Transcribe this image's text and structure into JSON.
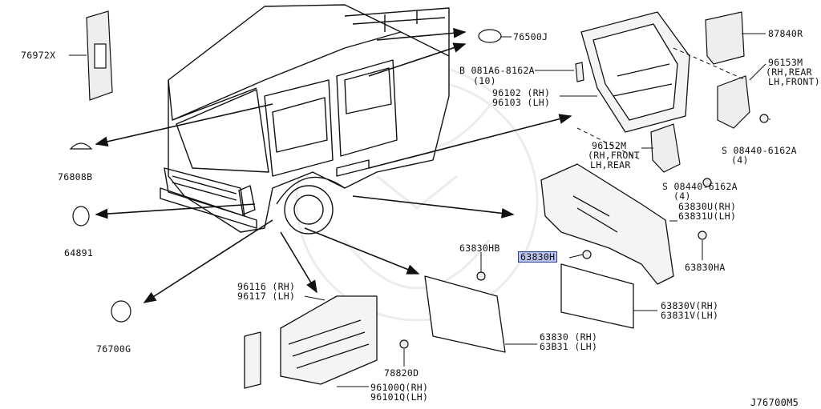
{
  "diagram": {
    "figure_code": "J76700M5",
    "selected_part": "63830H",
    "labels": {
      "p76972X": "76972X",
      "p76500J": "76500J",
      "p87840R": "87840R",
      "bolt_a": "B 081A6-8162A",
      "bolt_a_qty": "(10)",
      "p96153M": "96153M",
      "p96153M_side1": "(RH,REAR",
      "p96153M_side2": "LH,FRONT)",
      "p96102": "96102 (RH)",
      "p96103": "96103 (LH)",
      "p76808B": "76808B",
      "p96152M": "96152M",
      "p96152M_side1": "(RH,FRONT",
      "p96152M_side2": "LH,REAR",
      "screw_top": "S 08440-6162A",
      "screw_top_qty": "(4)",
      "screw_mid": "S 08440-6162A",
      "screw_mid_qty": "(4)",
      "p64891": "64891",
      "p63830U": "63830U(RH)",
      "p63831U": "63831U(LH)",
      "p63830HB": "63830HB",
      "p63830H": "63830H",
      "p63830HA": "63830HA",
      "p96116": "96116 (RH)",
      "p96117": "96117 (LH)",
      "p63830V": "63830V(RH)",
      "p63831V": "63831V(LH)",
      "p76700G": "76700G",
      "p63830": "63830 (RH)",
      "p63831": "63B31 (LH)",
      "p78820D": "78820D",
      "p96100Q": "96100Q(RH)",
      "p96101Q": "96101Q(LH)"
    }
  }
}
